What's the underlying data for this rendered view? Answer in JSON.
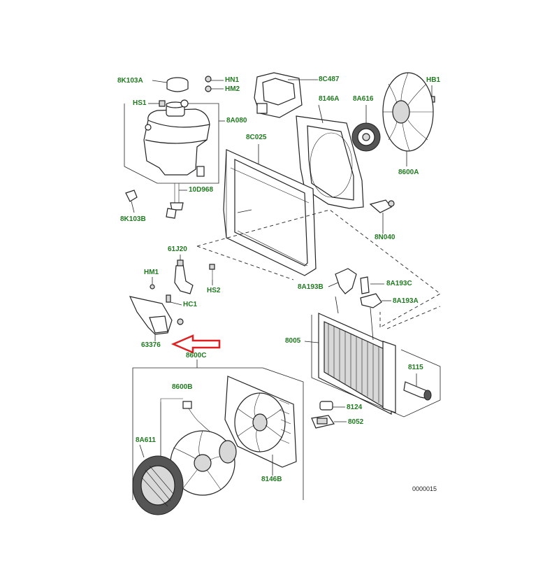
{
  "diagram": {
    "accent_label_color": "#1f7a1f",
    "arrow_color": "#e02020",
    "labels": {
      "8K103A": "8K103A",
      "HN1": "HN1",
      "HM2": "HM2",
      "8C487": "8C487",
      "HB1": "HB1",
      "HS1": "HS1",
      "8A080": "8A080",
      "8146A": "8146A",
      "8A616": "8A616",
      "8C025": "8C025",
      "8600A": "8600A",
      "10D968": "10D968",
      "8K103B": "8K103B",
      "8N040": "8N040",
      "61J20": "61J20",
      "HM1": "HM1",
      "HS2": "HS2",
      "8A193B": "8A193B",
      "8A193C": "8A193C",
      "HC1": "HC1",
      "8A193A": "8A193A",
      "8005": "8005",
      "63376": "63376",
      "8600C": "8600C",
      "8115": "8115",
      "8600B": "8600B",
      "8124": "8124",
      "8052": "8052",
      "8A611": "8A611",
      "8146B": "8146B"
    },
    "figure_number": "0000015"
  }
}
